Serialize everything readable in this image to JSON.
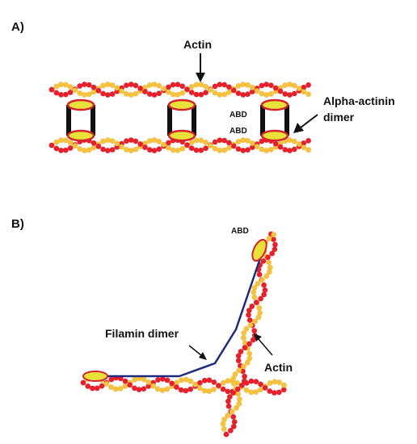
{
  "colors": {
    "actin_red": "#e8202b",
    "actin_yellow": "#f9c23c",
    "domain_fill": "#e8e13a",
    "domain_outline": "#d4212b",
    "rod": "#111111",
    "filamin": "#1f2a7a",
    "text": "#111111"
  },
  "panel_a": {
    "label": "A)",
    "actin_label": "Actin",
    "alpha_actinin_line1": "Alpha-actinin",
    "alpha_actinin_line2": "dimer",
    "abd_top": "ABD",
    "abd_bottom": "ABD"
  },
  "panel_b": {
    "label": "B)",
    "abd_label": "ABD",
    "filamin_label": "Filamin dimer",
    "actin_label": "Actin"
  }
}
